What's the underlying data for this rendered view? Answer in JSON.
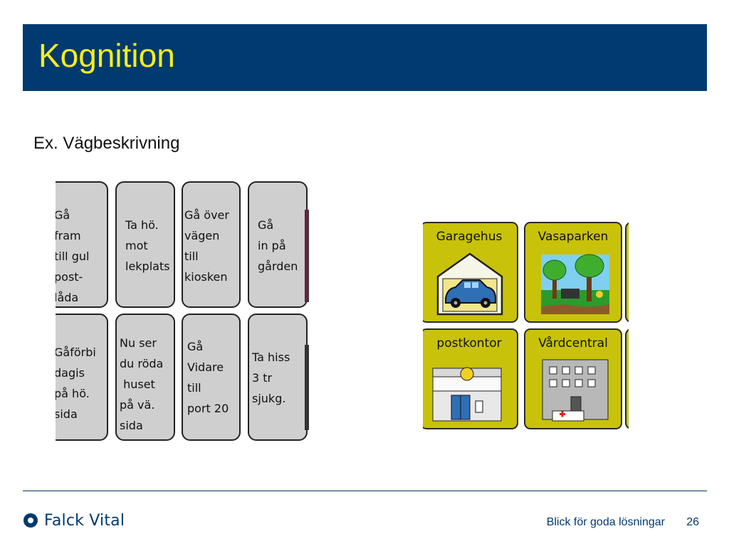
{
  "slide": {
    "title": "Kognition",
    "subtitle": "Ex. Vägbeskrivning"
  },
  "route_cards": [
    {
      "lines": "Gå\nfram\ntill gul\npost-\nlåda"
    },
    {
      "lines": "Ta hö.\nmot\nlekplats"
    },
    {
      "lines": "Gå över\nvägen\ntill\nkiosken"
    },
    {
      "lines": "Gå\nin på\ngården"
    },
    {
      "lines": "Gåförbi\ndagis\npå hö.\nsida"
    },
    {
      "lines": "Nu ser\ndu röda\n huset\npå vä.\nsida"
    },
    {
      "lines": "Gå\nVidare\ntill\nport 20"
    },
    {
      "lines": "Ta hiss\n3 tr\nsjukg."
    }
  ],
  "place_tiles": [
    {
      "label": "Garagehus",
      "icon": "garage-car-icon"
    },
    {
      "label": "Vasaparken",
      "icon": "park-trees-icon"
    },
    {
      "label": "postkontor",
      "icon": "post-office-icon"
    },
    {
      "label": "Vårdcentral",
      "icon": "health-center-icon"
    }
  ],
  "footer": {
    "logo_text": "Falck Vital",
    "tagline": "Blick för goda lösningar",
    "page_number": "26"
  },
  "colors": {
    "title_bar": "#003a70",
    "title_text": "#f6ee1d",
    "card_gray": "#cfcfcf",
    "tile_yellow": "#c8c20a"
  }
}
